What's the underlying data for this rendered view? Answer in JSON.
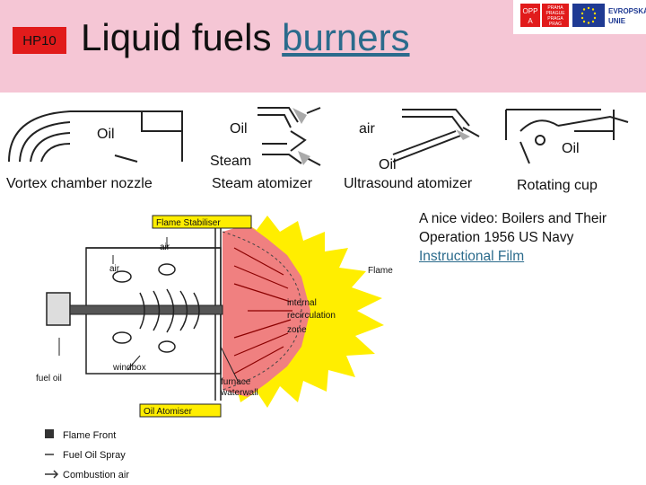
{
  "header": {
    "badge": "HP10",
    "title_part1": "Liquid fuels",
    "title_part2": "burners",
    "logo_left": [
      "OPP",
      "A"
    ],
    "logo_mid": [
      "PRAHA",
      "PRAGUE",
      "PRAGA",
      "PRAG"
    ],
    "logo_right": [
      "EVROPSKÁ",
      "UNIE"
    ]
  },
  "nozzles": [
    {
      "caption": "Vortex chamber nozzle",
      "labels": [
        "Oil"
      ]
    },
    {
      "caption": "Steam atomizer",
      "labels": [
        "Oil",
        "Steam"
      ]
    },
    {
      "caption": "Ultrasound atomizer",
      "labels": [
        "air",
        "Oil"
      ]
    },
    {
      "caption": "Rotating cup",
      "labels": [
        "Oil"
      ]
    }
  ],
  "video": {
    "text": "A nice video: Boilers and Their Operation 1956 US Navy",
    "link": "Instructional Film"
  },
  "burner_diagram": {
    "flame_stabiliser": "Flame Stabiliser",
    "air_top": "air",
    "air_left": "air",
    "flame": "Flame",
    "internal": "internal",
    "recirculation": "recirculation",
    "zone": "zone",
    "windbox": "windbox",
    "fuel_oil": "fuel oil",
    "furnace": "furnace",
    "waterwall": "waterwall",
    "oil_atomiser": "Oil Atomiser"
  },
  "legend": [
    {
      "label": "Flame Front"
    },
    {
      "label": "Fuel Oil Spray"
    },
    {
      "label": "Combustion air"
    }
  ],
  "colors": {
    "header_bg": "#f5c6d5",
    "badge": "#e11b1b",
    "title_accent": "#2b6b8c",
    "flame_yellow": "#ffee00",
    "flame_inner": "#f08080",
    "label_box": "#ffee00"
  }
}
